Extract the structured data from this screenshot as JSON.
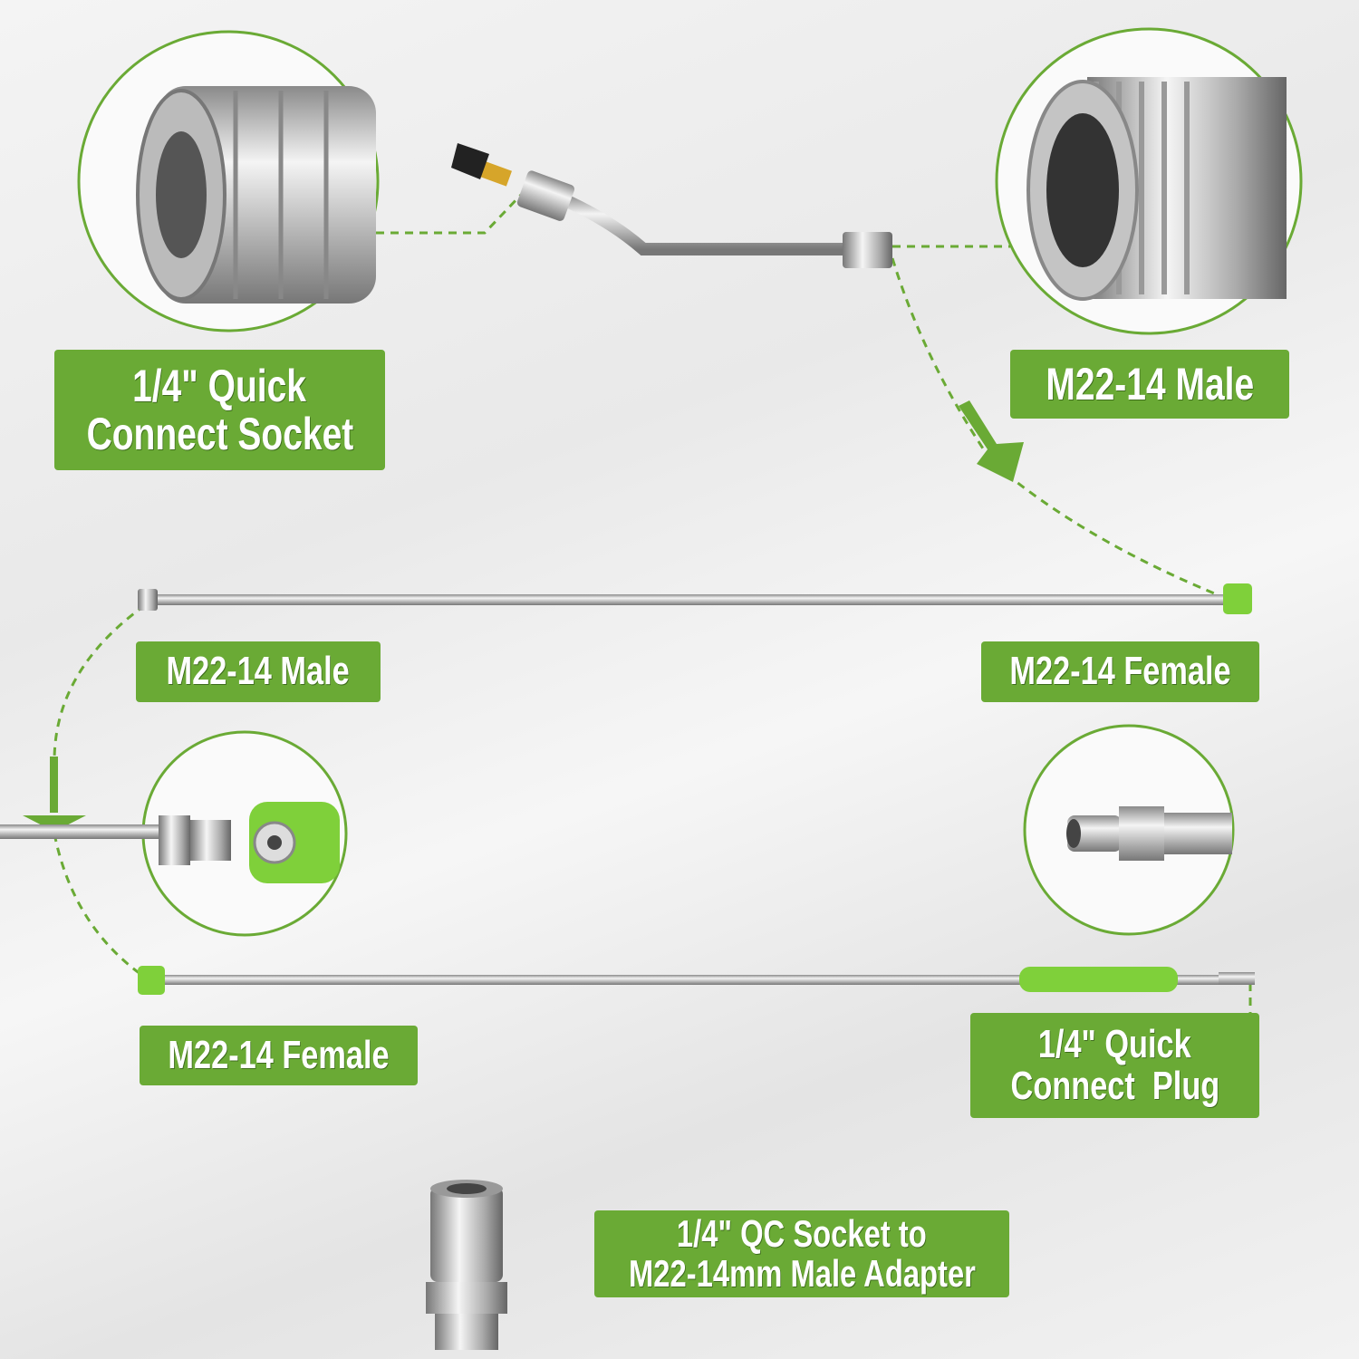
{
  "labels": {
    "top_left": [
      "1/4\" Quick",
      "Connect Socket"
    ],
    "top_right": "M22-14 Male",
    "mid_left": "M22-14 Male",
    "mid_right": "M22-14 Female",
    "bottom_left": "M22-14 Female",
    "bottom_right": [
      "1/4\" Quick",
      "Connect  Plug"
    ],
    "adapter": [
      "1/4\" QC Socket to",
      "M22-14mm Male Adapter"
    ]
  },
  "colors": {
    "accent": "#6aaa35",
    "metal": "#c8c8c8",
    "grip": "#7fd03a"
  }
}
